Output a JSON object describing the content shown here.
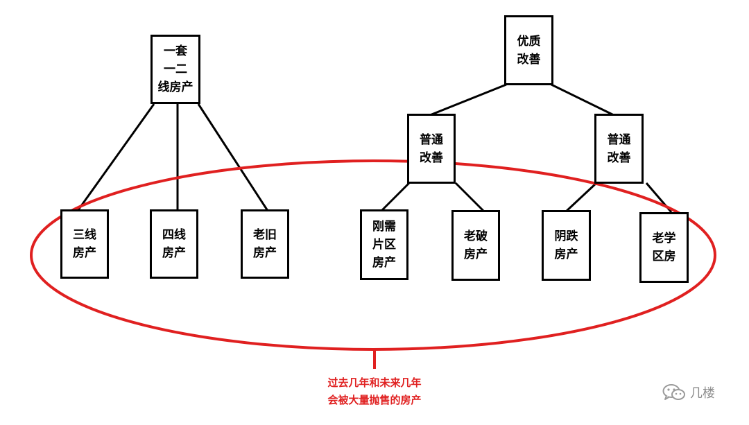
{
  "nodes": {
    "first_second_tier": "一套\n一二\n线房产",
    "tier3": "三线\n房产",
    "tier4": "四线\n房产",
    "old": "老旧\n房产",
    "premium": "优质\n改善",
    "normal_left": "普通\n改善",
    "normal_right": "普通\n改善",
    "rigid_demand": "刚需\n片区\n房产",
    "dilapidated": "老破\n房产",
    "shaded": "阴跌\n房产",
    "old_school_district": "老学\n区房"
  },
  "caption": "过去几年和未来几年\n会被大量抛售的房产",
  "watermark": {
    "icon": "wechat-icon",
    "text": "几楼"
  },
  "colors": {
    "line": "#000000",
    "highlight": "#e02020",
    "watermark": "#8c8c8c"
  }
}
